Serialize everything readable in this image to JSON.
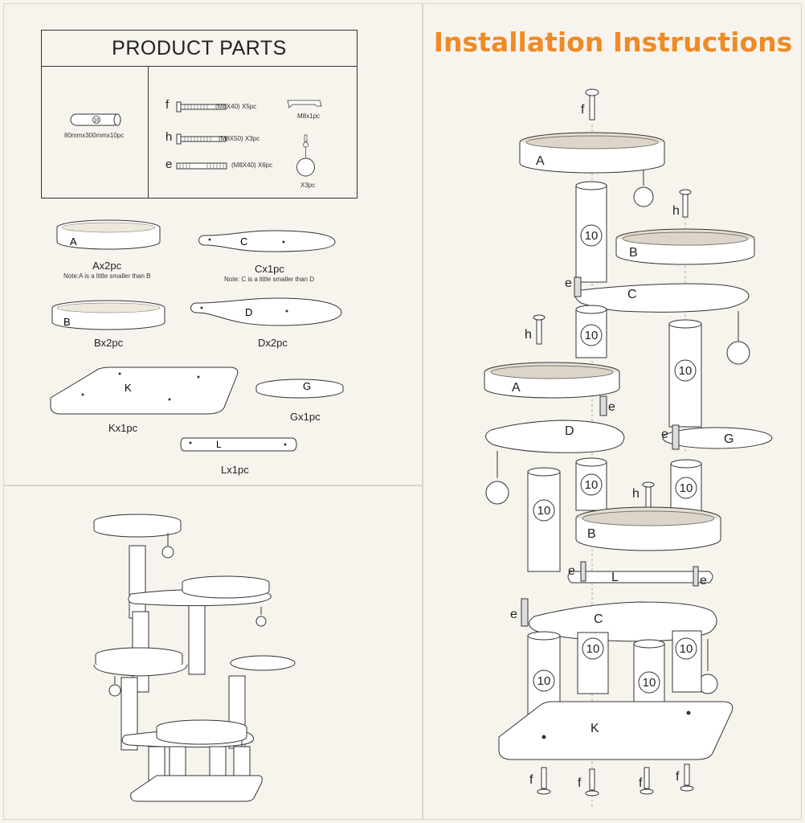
{
  "parts": {
    "title": "PRODUCT PARTS",
    "post_dim": "80mmx300mmx10pc",
    "post_badge": "10",
    "screws": [
      {
        "letter": "f",
        "spec": "(M8X40)  X5pc"
      },
      {
        "letter": "h",
        "spec": "(M8X50)  X3pc"
      },
      {
        "letter": "e",
        "spec": "(M8X40)  X6pc"
      }
    ],
    "wrench_label": "M8x1pc",
    "ball_label": "X3pc"
  },
  "components": [
    {
      "letter": "A",
      "qty": "Ax2pc",
      "note": "Note:A is a little smaller than B"
    },
    {
      "letter": "C",
      "qty": "Cx1pc",
      "note": "Note: C is a little smaller than D"
    },
    {
      "letter": "B",
      "qty": "Bx2pc"
    },
    {
      "letter": "D",
      "qty": "Dx2pc"
    },
    {
      "letter": "K",
      "qty": "Kx1pc"
    },
    {
      "letter": "G",
      "qty": "Gx1pc"
    },
    {
      "letter": "L",
      "qty": "Lx1pc"
    }
  ],
  "install": {
    "title": "Installation Instructions",
    "post_label": "10",
    "labels": {
      "A": "A",
      "B": "B",
      "C": "C",
      "D": "D",
      "G": "G",
      "K": "K",
      "L": "L",
      "e": "e",
      "f": "f",
      "h": "h"
    }
  },
  "colors": {
    "accent": "#f08a24",
    "line": "#333333",
    "background": "#f7f4ee",
    "pad": "#d9d2c6"
  }
}
